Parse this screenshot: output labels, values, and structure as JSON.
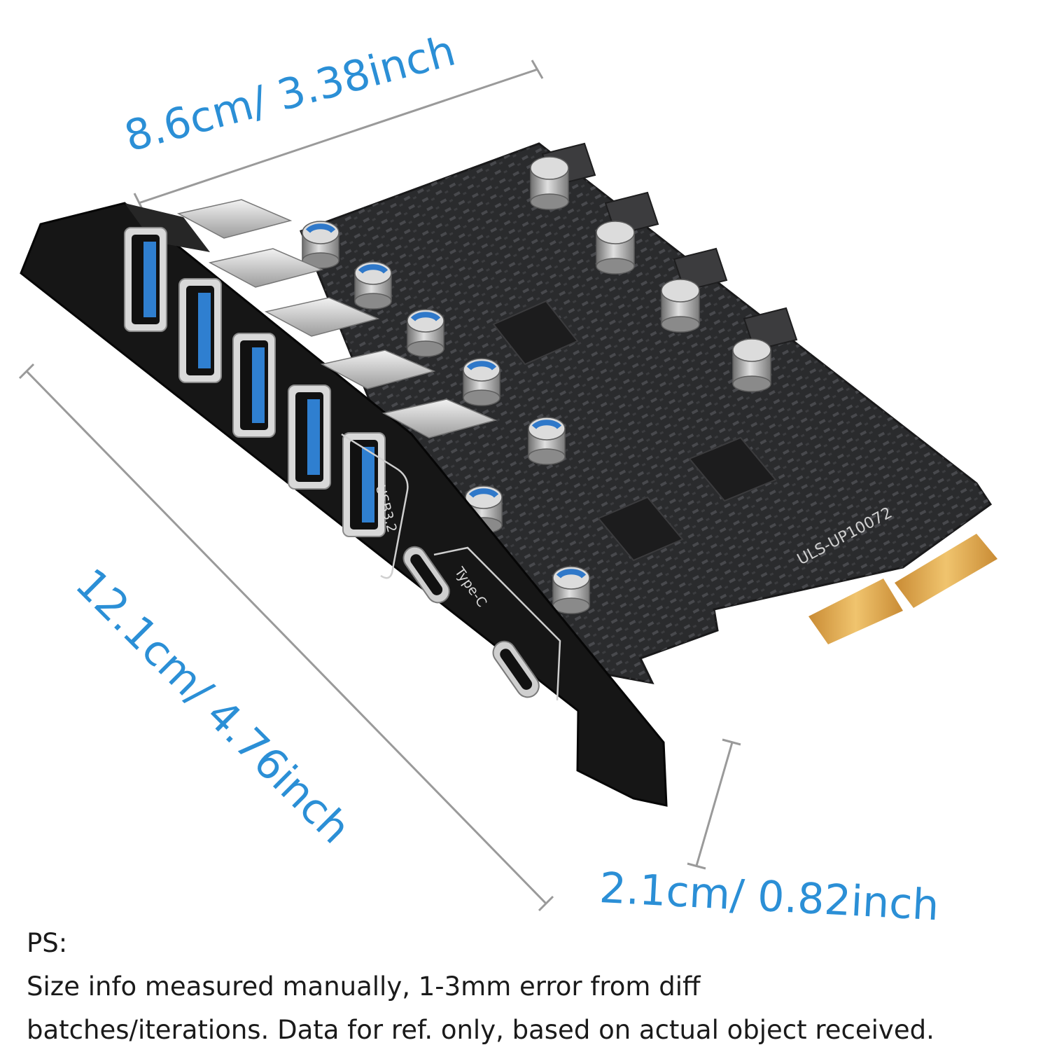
{
  "dimensions": {
    "width": "8.6cm/ 3.38inch",
    "length": "12.1cm/ 4.76inch",
    "height": "2.1cm/ 0.82inch"
  },
  "board_labels": {
    "usb": "USB3.2",
    "typec": "Type-C",
    "model": "ULS-UP10072"
  },
  "notes": {
    "heading": "PS:",
    "line1": "Size info measured manually, 1-3mm error from diff",
    "line2": "batches/iterations. Data for ref. only, based on actual object received."
  },
  "colors": {
    "label_blue": "#2b8fd6",
    "guide_gray": "#9a9a9a",
    "board": "#2a2b2d",
    "bracket": "#161616",
    "usb_blue": "#2f7fd0",
    "gold": "#d9a24a"
  }
}
